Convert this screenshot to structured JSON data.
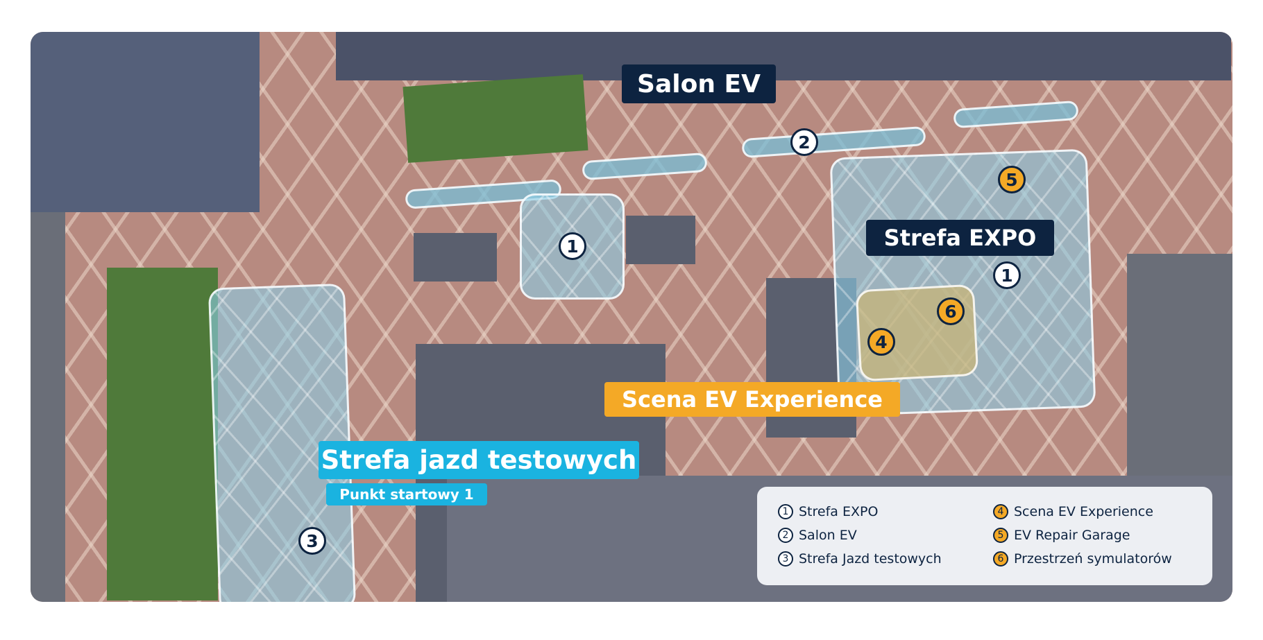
{
  "labels": {
    "salon_ev": "Salon EV",
    "strefa_expo": "Strefa EXPO",
    "scena": "Scena EV Experience",
    "strefa_jazd": "Strefa jazd testowych",
    "punkt": "Punkt startowy 1"
  },
  "markers": {
    "m1a": "1",
    "m1b": "1",
    "m2": "2",
    "m3": "3",
    "m4": "4",
    "m5": "5",
    "m6": "6"
  },
  "legend": [
    {
      "n": "1",
      "text": "Strefa EXPO"
    },
    {
      "n": "2",
      "text": "Salon EV"
    },
    {
      "n": "3",
      "text": "Strefa Jazd testowych"
    },
    {
      "n": "4",
      "text": "Scena EV Experience"
    },
    {
      "n": "5",
      "text": "EV Repair Garage"
    },
    {
      "n": "6",
      "text": "Przestrzeń symulatorów"
    }
  ],
  "colors": {
    "navy": "#0d2340",
    "orange": "#f4a926",
    "cyan": "#1ab3e0"
  }
}
